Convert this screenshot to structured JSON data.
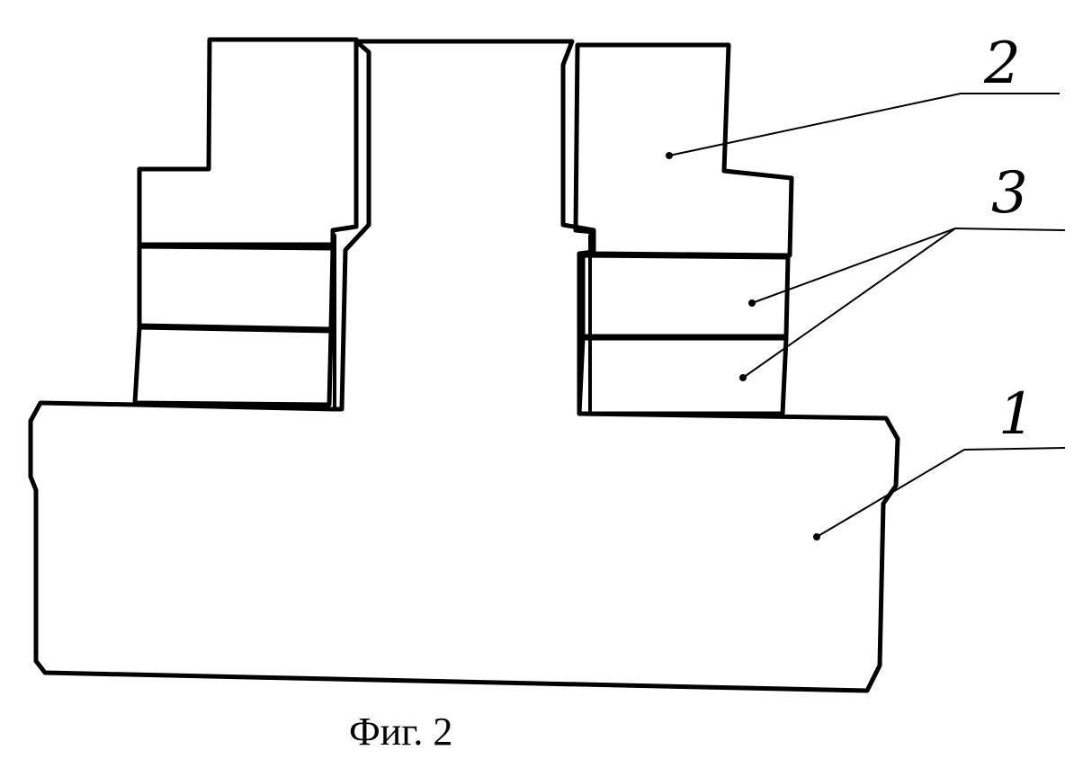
{
  "figure": {
    "caption": "Фиг. 2"
  },
  "callouts": [
    {
      "number": "2"
    },
    {
      "number": "3"
    },
    {
      "number": "1"
    }
  ],
  "colors": {
    "line": "#000000",
    "background": "#ffffff"
  }
}
